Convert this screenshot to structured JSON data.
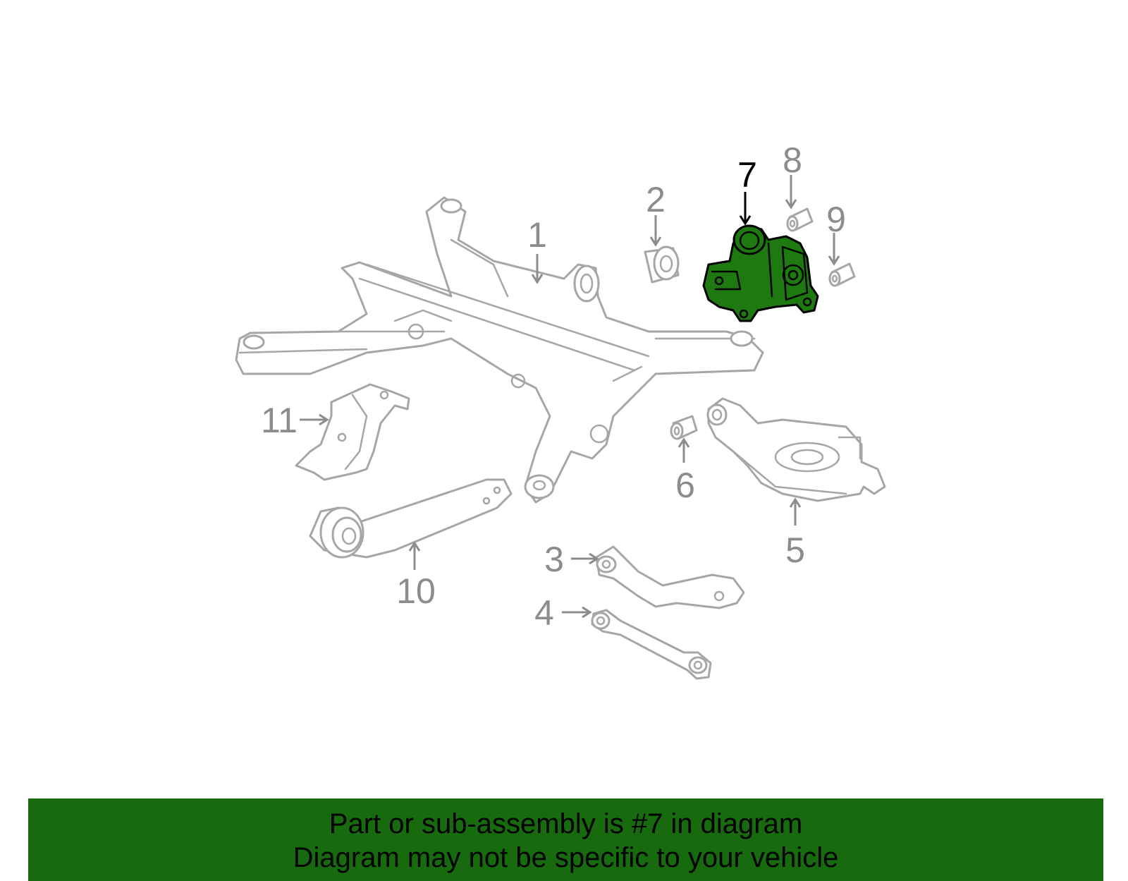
{
  "callouts": [
    {
      "label": "1"
    },
    {
      "label": "2"
    },
    {
      "label": "3"
    },
    {
      "label": "4"
    },
    {
      "label": "5"
    },
    {
      "label": "6"
    },
    {
      "label": "7"
    },
    {
      "label": "8"
    },
    {
      "label": "9"
    },
    {
      "label": "10"
    },
    {
      "label": "11"
    }
  ],
  "highlighted_part": "7",
  "colors": {
    "highlight_fill": "#1e7a10",
    "banner_background": "#176b0e",
    "part_outline": "#a6a6a6",
    "callout_text": "#8c8c8c"
  },
  "banner": {
    "line1": "Part or sub-assembly is #7 in diagram",
    "line2": "Diagram may not be specific to your vehicle"
  }
}
